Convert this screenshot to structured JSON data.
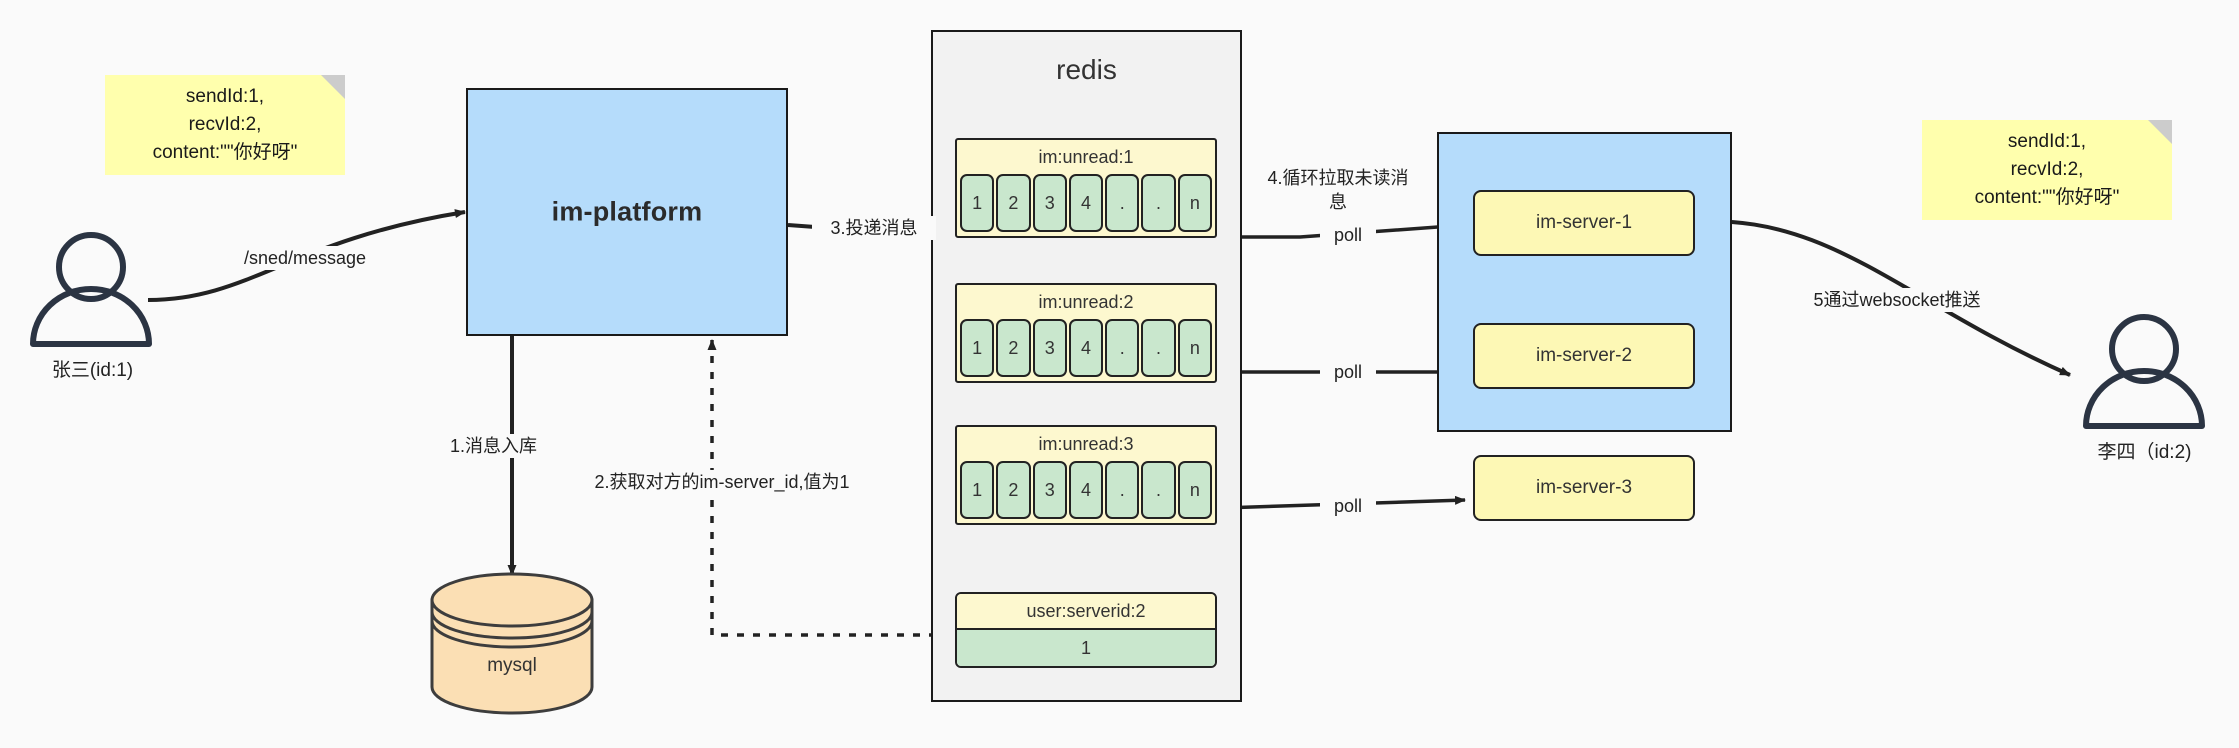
{
  "diagram": {
    "title": "IM message delivery architecture",
    "colors": {
      "note_yellow": "#ffffad",
      "box_blue": "#b5dcfb",
      "redis_gray": "#f2f2f2",
      "list_yellow": "#fdf8cf",
      "cell_green": "#c9e7cd",
      "server_yellow": "#fdf8b5",
      "mysql_orange": "#fbdfb4",
      "stroke": "#222222",
      "background": "#fafafa"
    }
  },
  "notes": {
    "left": "sendId:1,\nrecvId:2,\ncontent:\"\"你好呀\"",
    "right": "sendId:1,\nrecvId:2,\ncontent:\"\"你好呀\""
  },
  "actors": {
    "sender": {
      "caption": "张三(id:1)",
      "icon": "user-icon"
    },
    "receiver": {
      "caption": "李四（id:2)",
      "icon": "user-icon"
    }
  },
  "nodes": {
    "platform": {
      "label": "im-platform"
    },
    "mysql": {
      "label": "mysql"
    },
    "redis": {
      "title": "redis"
    },
    "server_cluster": {
      "servers": [
        {
          "label": "im-server-1"
        },
        {
          "label": "im-server-2"
        },
        {
          "label": "im-server-3"
        }
      ]
    }
  },
  "redis_keys": {
    "lists": [
      {
        "key": "im:unread:1",
        "cells": [
          "1",
          "2",
          "3",
          "4",
          ".",
          ".",
          "n"
        ]
      },
      {
        "key": "im:unread:2",
        "cells": [
          "1",
          "2",
          "3",
          "4",
          ".",
          ".",
          "n"
        ]
      },
      {
        "key": "im:unread:3",
        "cells": [
          "1",
          "2",
          "3",
          "4",
          ".",
          ".",
          "n"
        ]
      }
    ],
    "kv": {
      "key": "user:serverid:2",
      "value": "1"
    }
  },
  "edges": {
    "send_message": "/sned/message",
    "step1": "1.消息入库",
    "step2": "2.获取对方的im-server_id,值为1",
    "step3": "3.投递消息",
    "step4": "4.循环拉取未读消\n息",
    "step5": "5通过websocket推送",
    "poll1": "poll",
    "poll2": "poll",
    "poll3": "poll"
  }
}
